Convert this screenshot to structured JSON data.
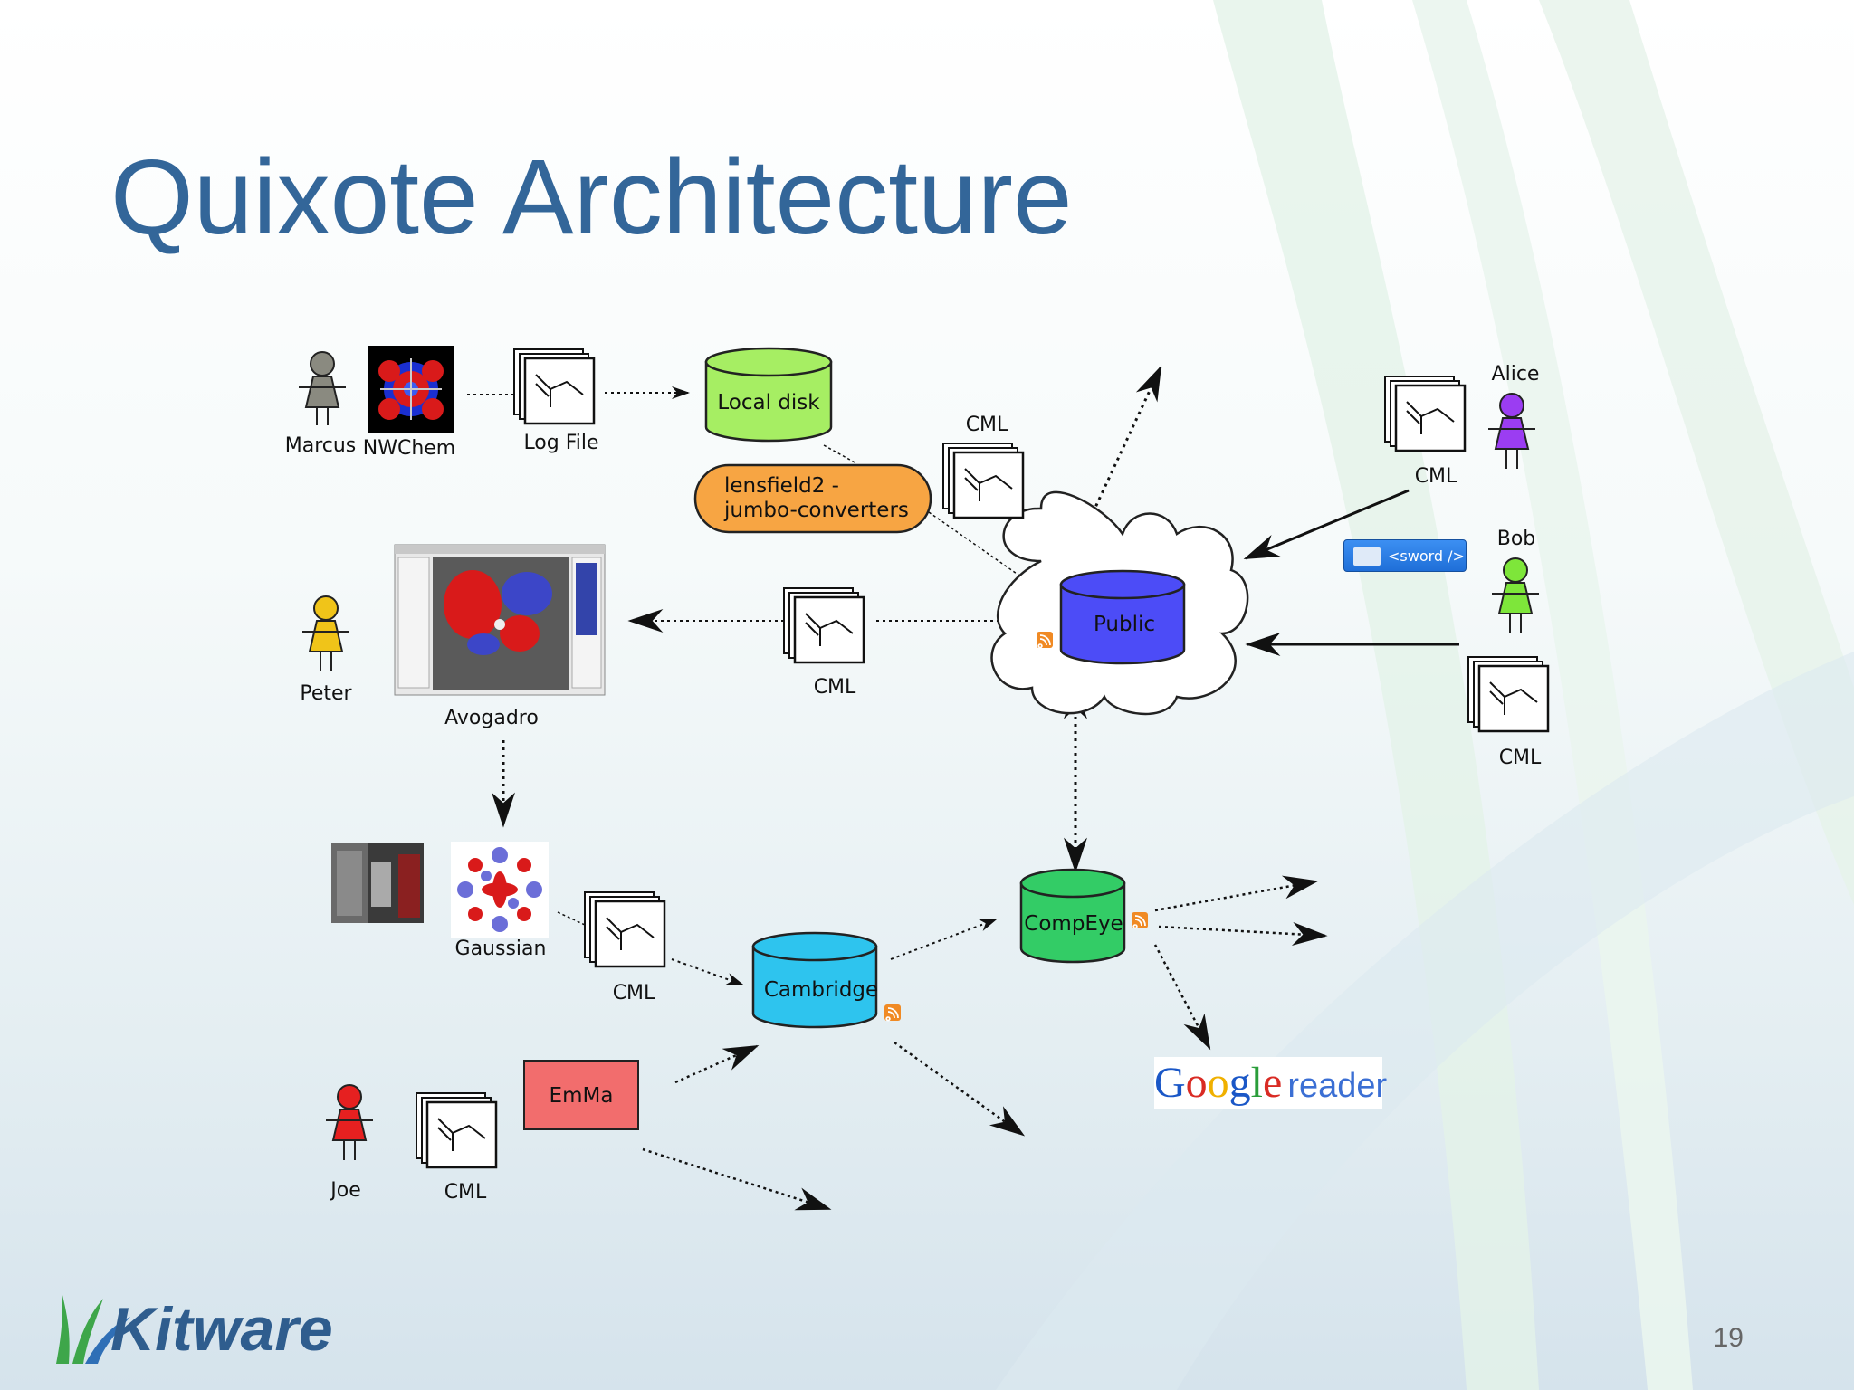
{
  "slide": {
    "title": "Quixote Architecture",
    "page_number": "19",
    "logo_text": "Kitware"
  },
  "actors": {
    "marcus": "Marcus",
    "peter": "Peter",
    "alice": "Alice",
    "bob": "Bob",
    "joe": "Joe"
  },
  "apps": {
    "nwchem": "NWChem",
    "avogadro": "Avogadro",
    "gaussian": "Gaussian"
  },
  "files": {
    "log_file": "Log File",
    "cml": "CML"
  },
  "stores": {
    "local_disk": "Local disk",
    "public": "Public",
    "cambridge": "Cambridge",
    "compeye": "CompEye"
  },
  "processes": {
    "lensfield": [
      "lensfield2 -",
      "jumbo-converters"
    ],
    "emma": "EmMa"
  },
  "badges": {
    "sword": "<sword />"
  },
  "google_reader": {
    "letters": [
      "G",
      "o",
      "o",
      "g",
      "l",
      "e"
    ],
    "word": "reader"
  },
  "colors": {
    "title": "#336699",
    "local_disk": "#a6ee63",
    "public": "#4c4cf7",
    "cambridge": "#2ec4ee",
    "compeye": "#33cc66",
    "lensfield": "#f7a543",
    "emma": "#f26d6d",
    "marcus": "#8a8a80",
    "peter": "#f0c419",
    "alice": "#9b3df2",
    "bob": "#7ee63a",
    "joe": "#e62020",
    "rss": "#f08a24"
  }
}
